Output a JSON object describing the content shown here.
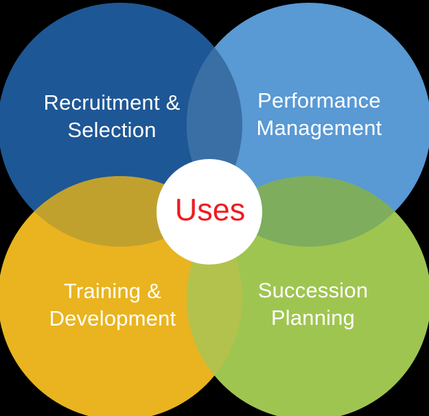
{
  "diagram": {
    "title": "HR uses venn diagram",
    "center": {
      "label": "Uses",
      "circle_color": "#FFFFFF",
      "text_color": "#EE1B21"
    },
    "circles": [
      {
        "id": "recruitment-selection",
        "label": "Recruitment &\nSelection",
        "color": "#1E5795",
        "position": "top-left"
      },
      {
        "id": "performance-management",
        "label": "Performance\nManagement",
        "color": "#5999D4",
        "position": "top-right"
      },
      {
        "id": "training-development",
        "label": "Training &\nDevelopment",
        "color": "#E9B41F",
        "position": "bottom-left"
      },
      {
        "id": "succession-planning",
        "label": "Succession\nPlanning",
        "color": "#9FC551",
        "position": "bottom-right"
      }
    ],
    "overlaps": {
      "recruitment_performance": {
        "color": "#3A6FA6"
      },
      "recruitment_training": {
        "color": "#C1A12E"
      },
      "performance_succession": {
        "color": "#7EAD5E"
      },
      "training_succession": {
        "color": "#B3C24D"
      }
    },
    "colors": {
      "background": "#000000",
      "label_text": "#FFFFFF"
    }
  }
}
